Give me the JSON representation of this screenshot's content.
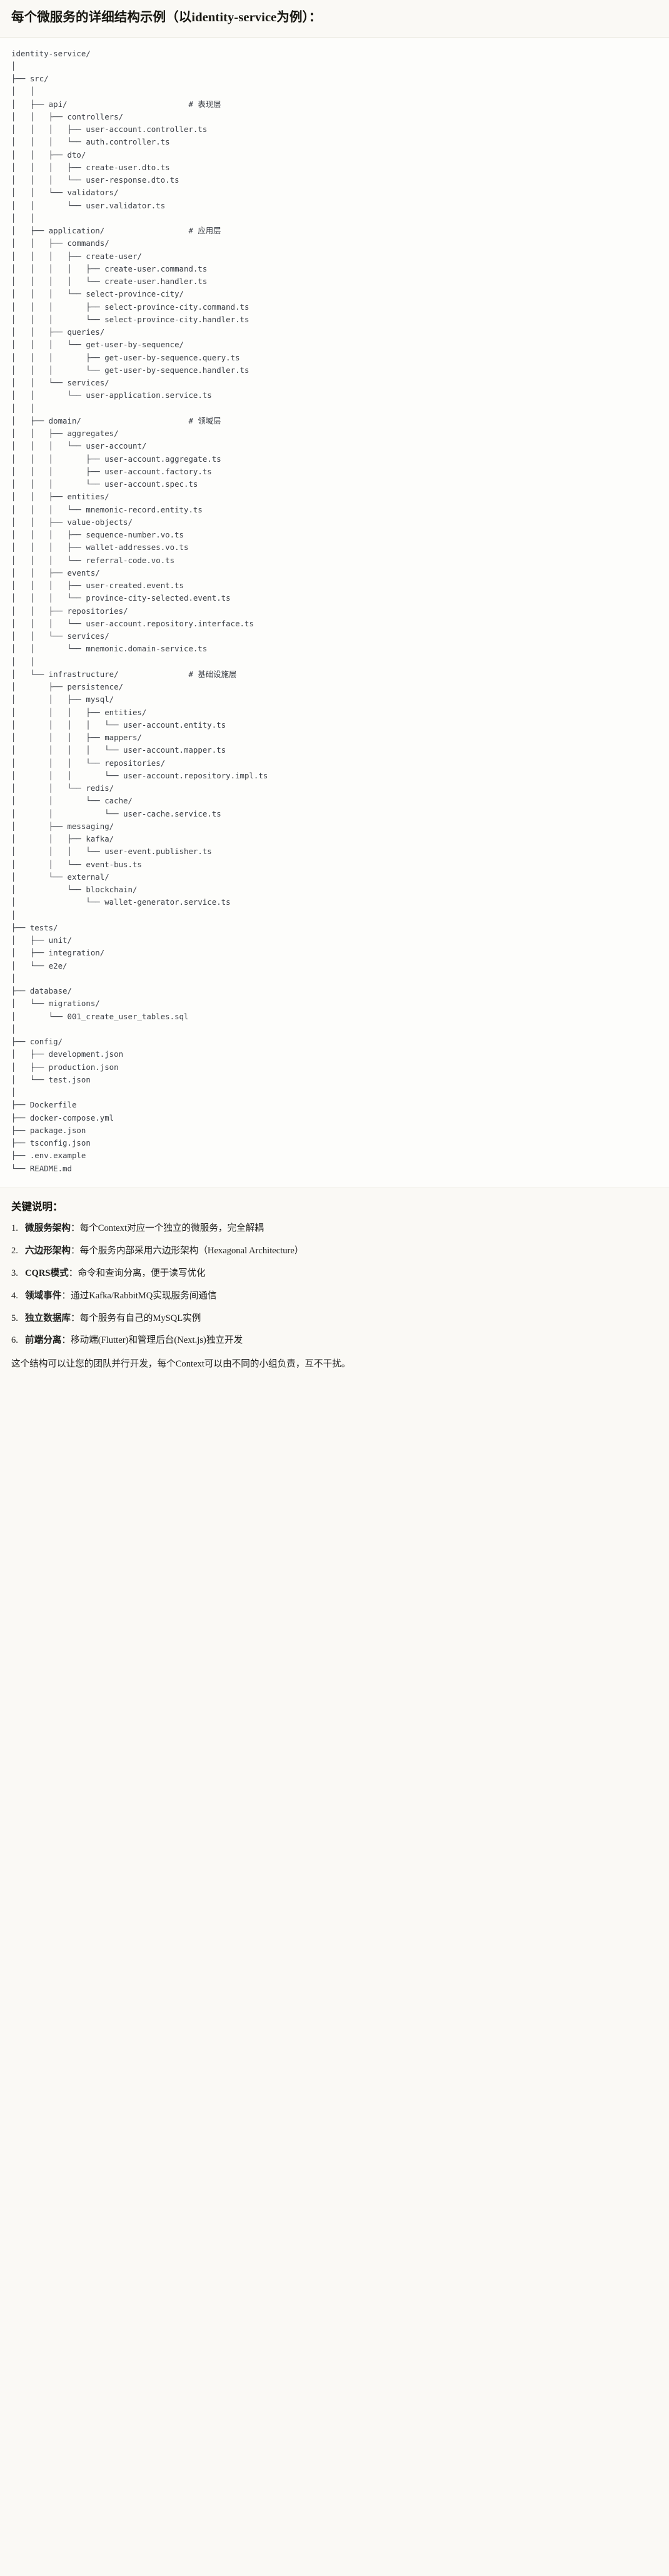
{
  "header": {
    "title": "每个微服务的详细结构示例（以identity-service为例）："
  },
  "tree": {
    "root": "identity-service/",
    "lines": [
      "identity-service/",
      "│",
      "├── src/",
      "│   │",
      "│   ├── api/                          # 表现层",
      "│   │   ├── controllers/",
      "│   │   │   ├── user-account.controller.ts",
      "│   │   │   └── auth.controller.ts",
      "│   │   ├── dto/",
      "│   │   │   ├── create-user.dto.ts",
      "│   │   │   └── user-response.dto.ts",
      "│   │   └── validators/",
      "│   │       └── user.validator.ts",
      "│   │",
      "│   ├── application/                  # 应用层",
      "│   │   ├── commands/",
      "│   │   │   ├── create-user/",
      "│   │   │   │   ├── create-user.command.ts",
      "│   │   │   │   └── create-user.handler.ts",
      "│   │   │   └── select-province-city/",
      "│   │   │       ├── select-province-city.command.ts",
      "│   │   │       └── select-province-city.handler.ts",
      "│   │   ├── queries/",
      "│   │   │   └── get-user-by-sequence/",
      "│   │   │       ├── get-user-by-sequence.query.ts",
      "│   │   │       └── get-user-by-sequence.handler.ts",
      "│   │   └── services/",
      "│   │       └── user-application.service.ts",
      "│   │",
      "│   ├── domain/                       # 领域层",
      "│   │   ├── aggregates/",
      "│   │   │   └── user-account/",
      "│   │   │       ├── user-account.aggregate.ts",
      "│   │   │       ├── user-account.factory.ts",
      "│   │   │       └── user-account.spec.ts",
      "│   │   ├── entities/",
      "│   │   │   └── mnemonic-record.entity.ts",
      "│   │   ├── value-objects/",
      "│   │   │   ├── sequence-number.vo.ts",
      "│   │   │   ├── wallet-addresses.vo.ts",
      "│   │   │   └── referral-code.vo.ts",
      "│   │   ├── events/",
      "│   │   │   ├── user-created.event.ts",
      "│   │   │   └── province-city-selected.event.ts",
      "│   │   ├── repositories/",
      "│   │   │   └── user-account.repository.interface.ts",
      "│   │   └── services/",
      "│   │       └── mnemonic.domain-service.ts",
      "│   │",
      "│   └── infrastructure/               # 基础设施层",
      "│       ├── persistence/",
      "│       │   ├── mysql/",
      "│       │   │   ├── entities/",
      "│       │   │   │   └── user-account.entity.ts",
      "│       │   │   ├── mappers/",
      "│       │   │   │   └── user-account.mapper.ts",
      "│       │   │   └── repositories/",
      "│       │   │       └── user-account.repository.impl.ts",
      "│       │   └── redis/",
      "│       │       └── cache/",
      "│       │           └── user-cache.service.ts",
      "│       ├── messaging/",
      "│       │   ├── kafka/",
      "│       │   │   └── user-event.publisher.ts",
      "│       │   └── event-bus.ts",
      "│       └── external/",
      "│           └── blockchain/",
      "│               └── wallet-generator.service.ts",
      "│",
      "├── tests/",
      "│   ├── unit/",
      "│   ├── integration/",
      "│   └── e2e/",
      "│",
      "├── database/",
      "│   └── migrations/",
      "│       └── 001_create_user_tables.sql",
      "│",
      "├── config/",
      "│   ├── development.json",
      "│   ├── production.json",
      "│   └── test.json",
      "│",
      "├── Dockerfile",
      "├── docker-compose.yml",
      "├── package.json",
      "├── tsconfig.json",
      "├── .env.example",
      "└── README.md"
    ],
    "layer_comments": [
      "# 表现层",
      "# 应用层",
      "# 领域层",
      "# 基础设施层"
    ]
  },
  "notes": {
    "title": "关键说明：",
    "items": [
      {
        "term": "微服务架构",
        "sep": "：",
        "desc": "每个Context对应一个独立的微服务，完全解耦"
      },
      {
        "term": "六边形架构",
        "sep": "：",
        "desc": "每个服务内部采用六边形架构（Hexagonal Architecture）"
      },
      {
        "term": "CQRS模式",
        "sep": "：",
        "desc": "命令和查询分离，便于读写优化"
      },
      {
        "term": "领域事件",
        "sep": "：",
        "desc": "通过Kafka/RabbitMQ实现服务间通信"
      },
      {
        "term": "独立数据库",
        "sep": "：",
        "desc": "每个服务有自己的MySQL实例"
      },
      {
        "term": "前端分离",
        "sep": "：",
        "desc": "移动端(Flutter)和管理后台(Next.js)独立开发"
      }
    ],
    "closing": "这个结构可以让您的团队并行开发，每个Context可以由不同的小组负责，互不干扰。"
  },
  "colors": {
    "page_bg": "#faf9f5",
    "code_bg": "#fdfdfb",
    "text": "#1f1f1d",
    "code_text": "#3b3f46",
    "rule": "#e8e5dc"
  }
}
